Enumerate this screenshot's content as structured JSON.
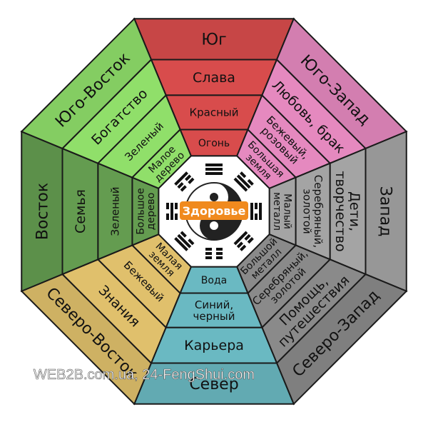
{
  "center": {
    "label": "Здоровье",
    "label_color": "#f08a1e"
  },
  "watermark": "WEB2B.com.ua, 24-FengShui.com",
  "sectors": [
    {
      "key": "south",
      "color": "#d84c4c",
      "rings": [
        "Юг",
        "Слава",
        "Красный",
        "Огонь"
      ]
    },
    {
      "key": "southwest",
      "color": "#e589bf",
      "rings": [
        "Юго-Запад",
        "Любовь, брак",
        "Бежевый, розовый",
        "Большая земля"
      ]
    },
    {
      "key": "west",
      "color": "#a4a4a4",
      "rings": [
        "Запад",
        "Дети, творчество",
        "Серебряный, золотой",
        "Малый металл"
      ]
    },
    {
      "key": "northwest",
      "color": "#8a8a8a",
      "rings": [
        "Северо-Запад",
        "Помощь, путешествия",
        "Серебряный, золотой",
        "Большой металл"
      ]
    },
    {
      "key": "north",
      "color": "#6ab9c2",
      "rings": [
        "Север",
        "Карьера",
        "Синий, черный",
        "Вода"
      ]
    },
    {
      "key": "northeast",
      "color": "#e0c06c",
      "rings": [
        "Северо-Восток",
        "Знания",
        "Бежевый",
        "Малая земля"
      ]
    },
    {
      "key": "east",
      "color": "#649c50",
      "rings": [
        "Восток",
        "Семья",
        "Зеленый",
        "Большое дерево"
      ]
    },
    {
      "key": "southeast",
      "color": "#90df6a",
      "rings": [
        "Юго-Восток",
        "Богатство",
        "Зеленый",
        "Малое дерево"
      ]
    }
  ]
}
